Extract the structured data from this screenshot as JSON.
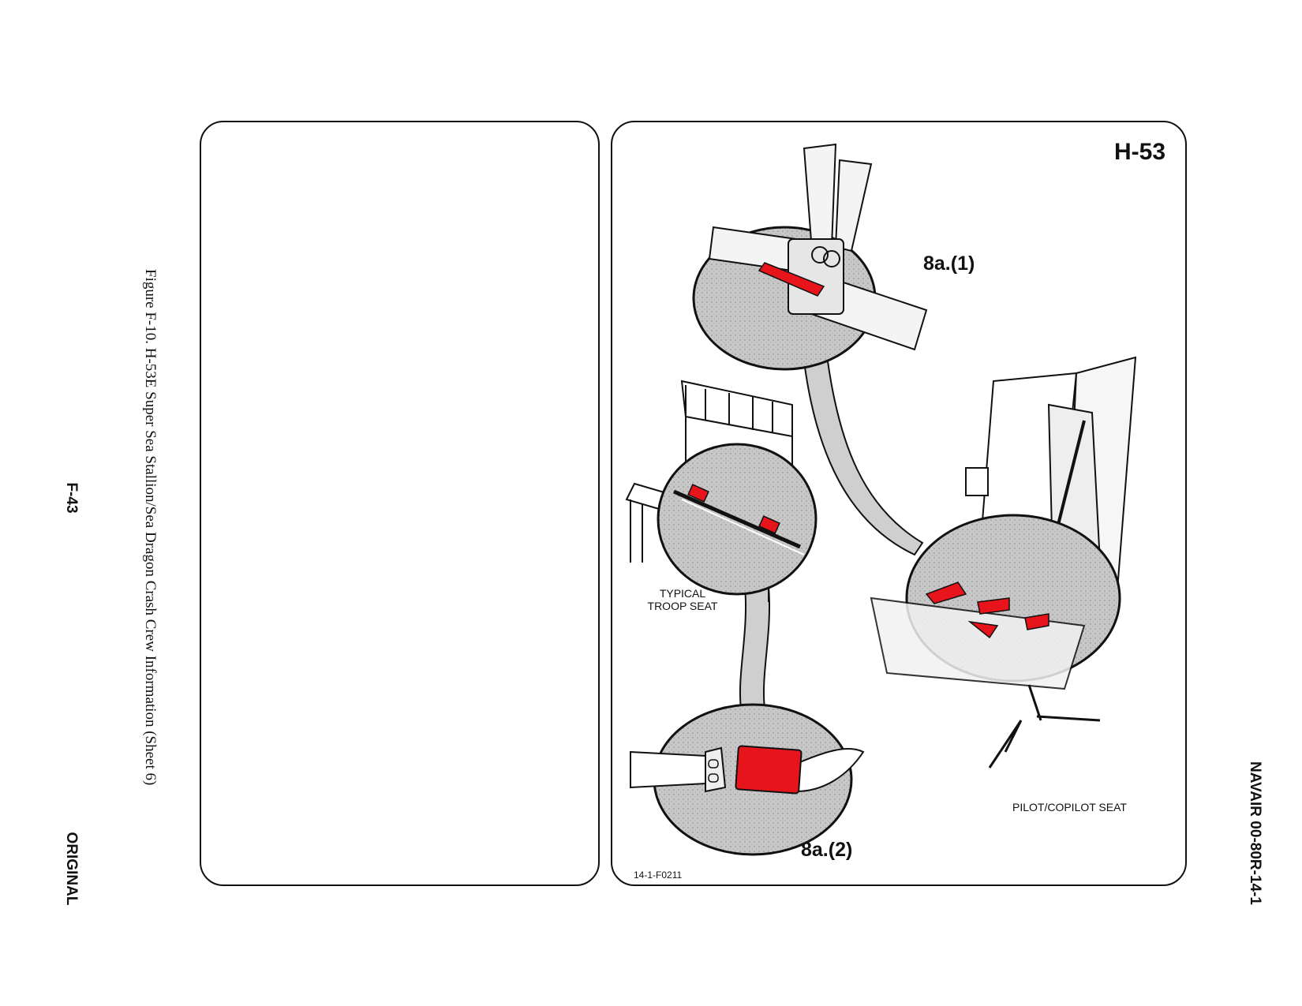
{
  "page": {
    "page_number": "F-43",
    "status": "ORIGINAL",
    "document_number": "NAVAIR 00-80R-14-1",
    "caption": "Figure F-10.  H-53E Super Sea Stallion/Sea Dragon Crash Crew Information (Sheet 6)"
  },
  "illustration": {
    "aircraft": "H-53",
    "callout_1": "8a.(1)",
    "callout_2": "8a.(2)",
    "troop_seat_label": "TYPICAL TROOP SEAT",
    "pilot_seat_label": "PILOT/COPILOT SEAT",
    "figure_id": "14-1-F0211"
  },
  "colors": {
    "highlight": "#e8141b",
    "zoom_fill": "#c8c8c8",
    "line": "#111111"
  }
}
